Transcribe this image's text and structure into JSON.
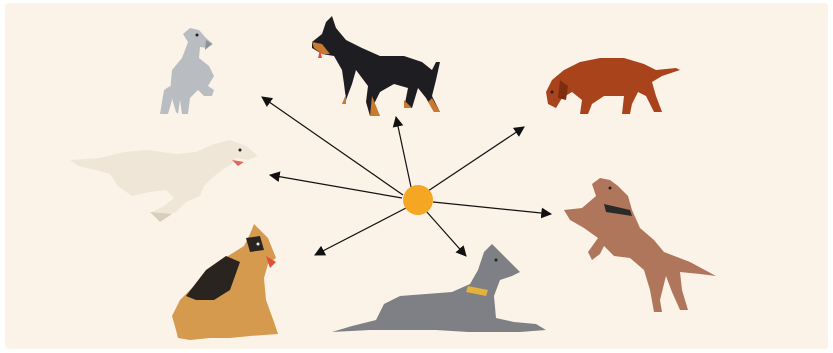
{
  "diagram": {
    "kind": "radial-arrows",
    "hub": {
      "name": "center-dot",
      "color": "#F5A623"
    },
    "arrow_color": "#111111",
    "background": "#FCF3E8",
    "spokes": [
      {
        "target": "miniature-schnauzer",
        "direction": "upper-left"
      },
      {
        "target": "doberman",
        "direction": "up"
      },
      {
        "target": "irish-setter",
        "direction": "upper-right"
      },
      {
        "target": "whippet",
        "direction": "left"
      },
      {
        "target": "pit-bull",
        "direction": "right"
      },
      {
        "target": "german-shepherd",
        "direction": "lower-left"
      },
      {
        "target": "great-dane",
        "direction": "down"
      }
    ]
  },
  "dogs": [
    {
      "id": "miniature-schnauzer",
      "color": "#B9BDC2"
    },
    {
      "id": "doberman",
      "color": "#1E1E22"
    },
    {
      "id": "irish-setter",
      "color": "#A8431B"
    },
    {
      "id": "whippet",
      "color": "#EFE6D8"
    },
    {
      "id": "pit-bull",
      "color": "#B0765C"
    },
    {
      "id": "german-shepherd",
      "color": "#D59A4E"
    },
    {
      "id": "great-dane",
      "color": "#7E8085"
    }
  ]
}
